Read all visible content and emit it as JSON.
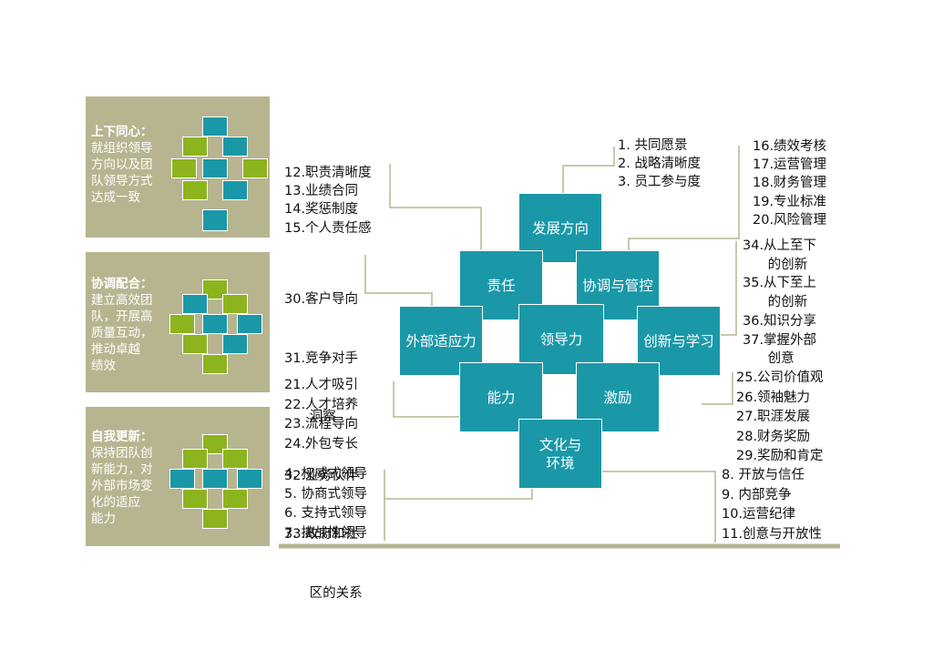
{
  "left_panels": [
    {
      "title": "上下同心：",
      "lines": [
        "就组织领导",
        "方向以及团",
        "队领导方式",
        "达成一致"
      ]
    },
    {
      "title": "协调配合：",
      "lines": [
        "建立高效团",
        "队，开展高",
        "质量互动，",
        "推动卓越",
        "绩效"
      ]
    },
    {
      "title": "自我更新：",
      "lines": [
        "保持团队创",
        "新能力，对",
        "外部市场变",
        "化的适应",
        "能力"
      ]
    }
  ],
  "center_boxes": {
    "direction": "发展方向",
    "responsibility": "责任",
    "coordination": "协调与管控",
    "external": "外部适应力",
    "leadership": "领导力",
    "innovation": "创新与学习",
    "capability": "能力",
    "motivation": "激励",
    "culture_line1": "文化与",
    "culture_line2": "环境"
  },
  "lists": {
    "direction": [
      "1.  共同愿景",
      "2.  战略清晰度",
      "3.  员工参与度"
    ],
    "responsibility": [
      "12.职责清晰度",
      "13.业绩合同",
      "14.奖惩制度",
      "15.个人责任感"
    ],
    "coordination": [
      "16.绩效考核",
      "17.运营管理",
      "18.财务管理",
      "19.专业标准",
      "20.风险管理"
    ],
    "external": [
      "30.客户导向",
      "31.竞争对手",
      "      洞察",
      "32.业务伙伴",
      "33.政府和社",
      "      区的关系"
    ],
    "innovation": [
      "34.从上至下",
      "      的创新",
      "35.从下至上",
      "      的创新",
      "36.知识分享",
      "37.掌握外部",
      "      创意"
    ],
    "capability": [
      "21.人才吸引",
      "22.人才培养",
      "23.流程导向",
      "24.外包专长"
    ],
    "motivation": [
      "25.公司价值观",
      "26.领袖魅力",
      "27.职涯发展",
      "28.财务奖励",
      "29.奖励和肯定"
    ],
    "leadership": [
      "4.  权威式领导",
      "5.  协商式领导",
      "6.  支持式领导",
      "7.  挑战性领导"
    ],
    "culture": [
      "8.  开放与信任",
      "9.  内部竞争",
      "10.运营纪律",
      "11.创意与开放性"
    ]
  }
}
